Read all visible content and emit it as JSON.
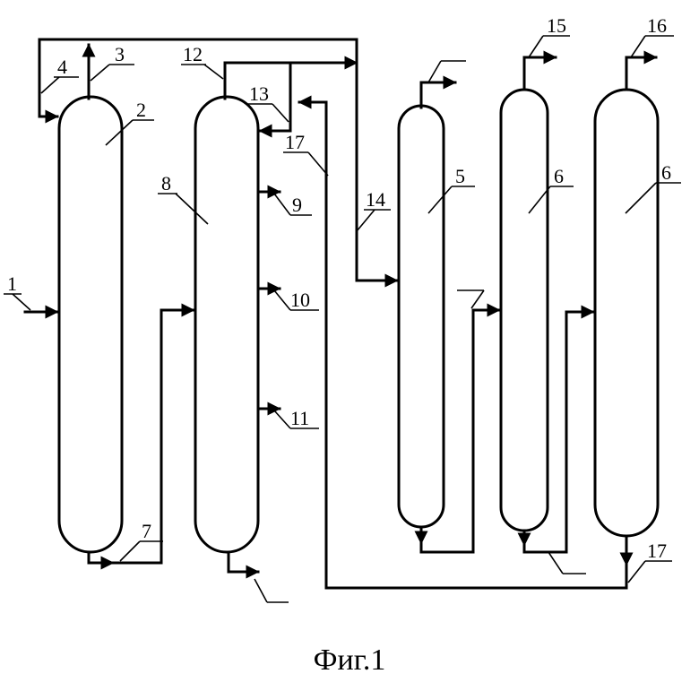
{
  "figure": {
    "caption": "Фиг.1"
  },
  "vessels": [
    {
      "key": "col-2",
      "label": "2"
    },
    {
      "key": "col-8",
      "label": "8"
    },
    {
      "key": "col-5",
      "label": "5"
    },
    {
      "key": "col-6a",
      "label": "6"
    },
    {
      "key": "col-6b",
      "label": "6"
    }
  ],
  "streams": {
    "s1": "1",
    "s3": "3",
    "s4": "4",
    "s7": "7",
    "s9": "9",
    "s10": "10",
    "s11": "11",
    "s12": "12",
    "s13": "13",
    "s14": "14",
    "s15": "15",
    "s16": "16",
    "s17_top": "17",
    "s17_bottom": "17"
  }
}
